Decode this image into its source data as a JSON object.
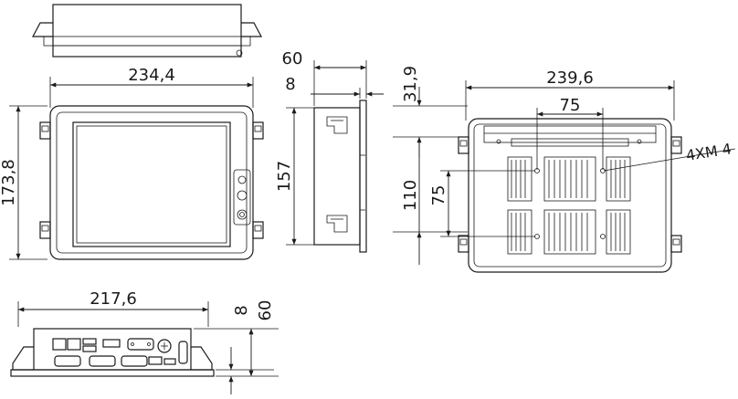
{
  "dimensions": {
    "top_width": "234,4",
    "depth_total": "60",
    "depth_bezel": "8",
    "front_height": "173,8",
    "side_height": "157",
    "rear_width": "239,6",
    "rear_top_offset": "31,9",
    "vesa_horizontal": "75",
    "vesa_vertical": "75",
    "rear_height_ref": "110",
    "screw_callout": "4XM 4",
    "bottom_width": "217,6",
    "bottom_depth_bezel": "8",
    "bottom_depth_total": "60"
  }
}
